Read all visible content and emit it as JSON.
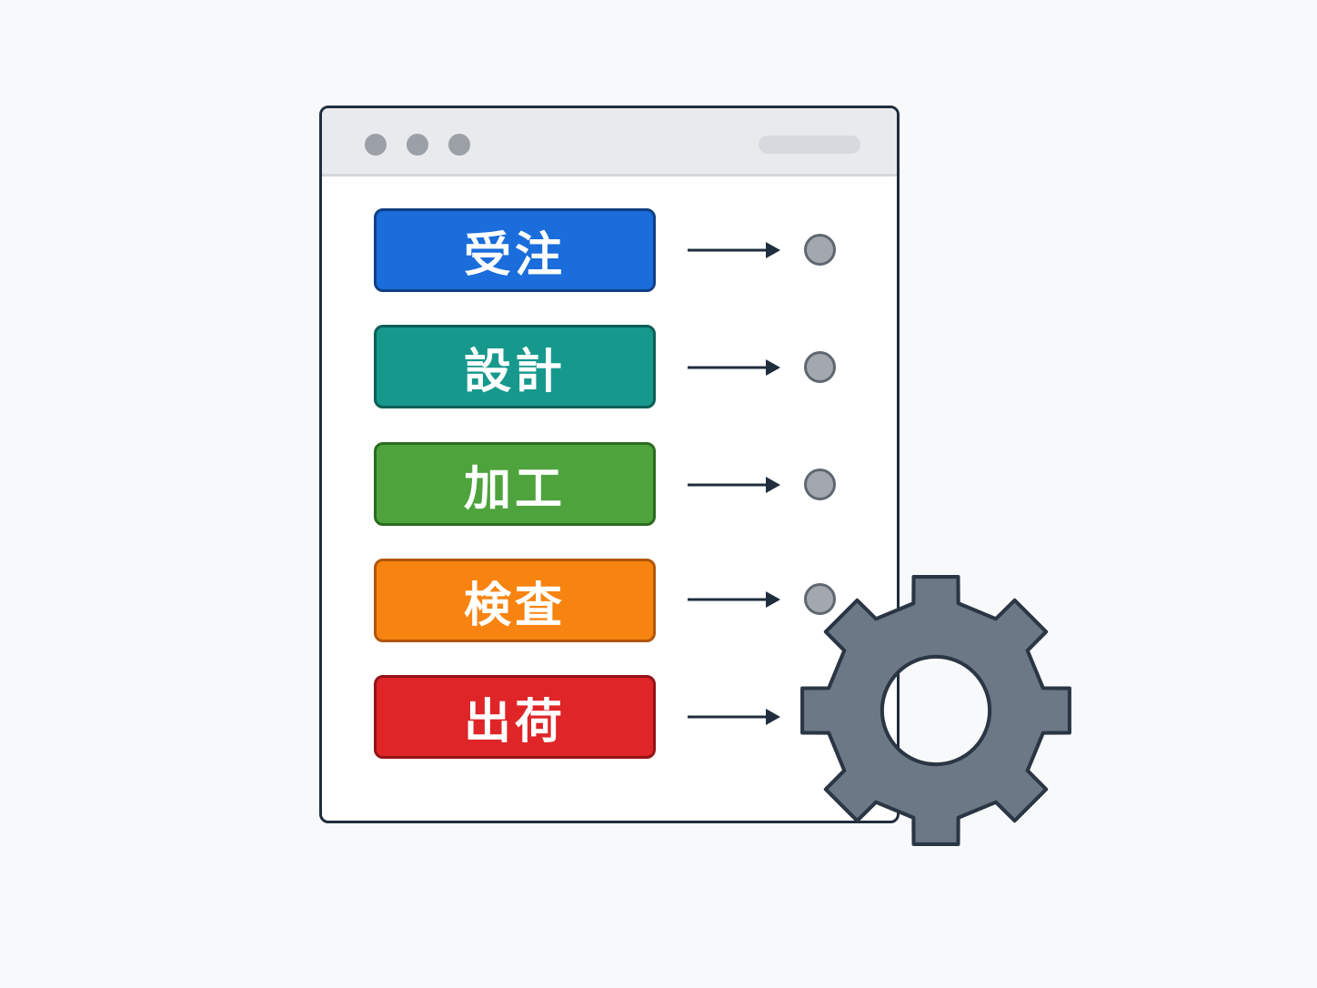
{
  "window": {
    "title_dots": [
      "close-dot",
      "minimize-dot",
      "maximize-dot"
    ]
  },
  "steps": [
    {
      "label": "受注",
      "color": "#1a6ddb"
    },
    {
      "label": "設計",
      "color": "#16998c"
    },
    {
      "label": "加工",
      "color": "#4ea33d"
    },
    {
      "label": "検査",
      "color": "#f78411"
    },
    {
      "label": "出荷",
      "color": "#df2528"
    }
  ],
  "status_circle_color": "#a3a8ae",
  "gear": {
    "icon": "gear-icon",
    "color": "#6c7886"
  },
  "colors": {
    "window_border": "#1f2d3d",
    "titlebar": "#e8eaed",
    "arrow": "#1f2d3d"
  }
}
